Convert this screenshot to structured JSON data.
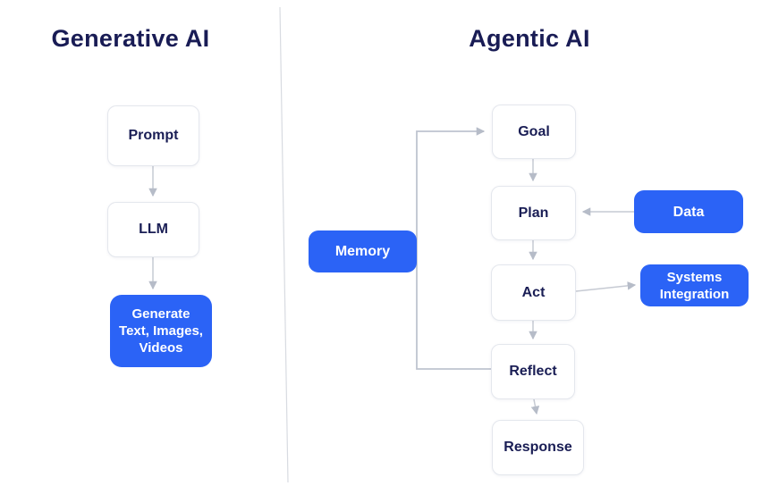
{
  "generative": {
    "title": "Generative AI",
    "nodes": [
      {
        "id": "prompt",
        "label": "Prompt",
        "style": "plain"
      },
      {
        "id": "llm",
        "label": "LLM",
        "style": "plain"
      },
      {
        "id": "generate-output",
        "label": "Generate Text, Images, Videos",
        "style": "accent"
      }
    ],
    "edges": [
      {
        "from": "prompt",
        "to": "llm"
      },
      {
        "from": "llm",
        "to": "generate-output"
      }
    ]
  },
  "agentic": {
    "title": "Agentic AI",
    "nodes": [
      {
        "id": "goal",
        "label": "Goal",
        "style": "plain"
      },
      {
        "id": "plan",
        "label": "Plan",
        "style": "plain"
      },
      {
        "id": "act",
        "label": "Act",
        "style": "plain"
      },
      {
        "id": "reflect",
        "label": "Reflect",
        "style": "plain"
      },
      {
        "id": "response",
        "label": "Response",
        "style": "plain"
      },
      {
        "id": "memory",
        "label": "Memory",
        "style": "accent"
      },
      {
        "id": "data",
        "label": "Data",
        "style": "accent"
      },
      {
        "id": "systems-integration",
        "label": "Systems Integration",
        "style": "accent"
      }
    ],
    "edges": [
      {
        "from": "goal",
        "to": "plan"
      },
      {
        "from": "plan",
        "to": "act"
      },
      {
        "from": "act",
        "to": "reflect"
      },
      {
        "from": "reflect",
        "to": "response"
      },
      {
        "from": "data",
        "to": "plan"
      },
      {
        "from": "act",
        "to": "systems-integration"
      },
      {
        "from": "reflect",
        "to": "goal",
        "via": "memory-feedback-loop"
      }
    ]
  },
  "colors": {
    "accent_blue": "#2b63f6",
    "title_navy": "#191c55",
    "node_text_navy": "#1a1e55",
    "connector_gray": "#c6cad3",
    "arrowhead_gray": "#b6bcc8",
    "node_border": "#e4e7ed",
    "divider_gray": "#d8dbe1",
    "background": "#ffffff"
  }
}
